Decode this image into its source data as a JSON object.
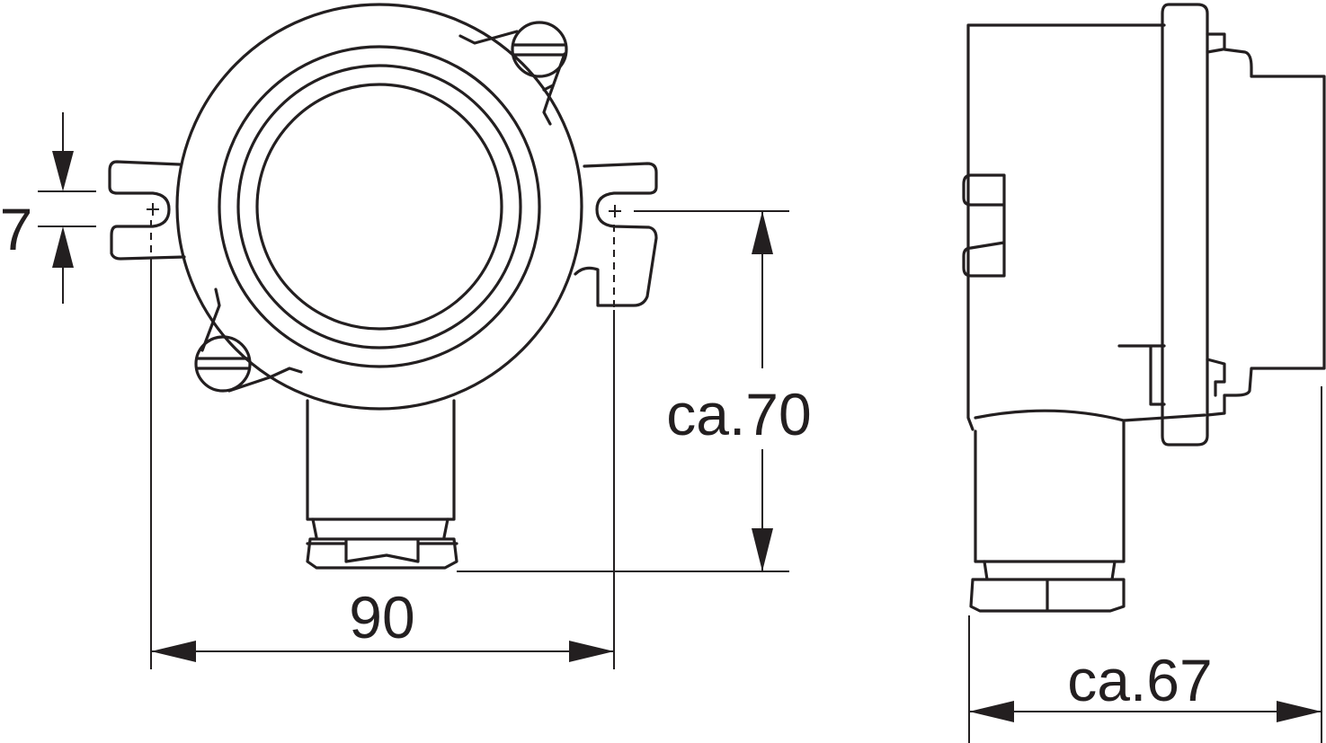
{
  "drawing": {
    "dimensions": {
      "slot_height": "7",
      "mounting_width": "90",
      "mounting_to_bottom": "ca.70",
      "depth": "ca.67"
    },
    "line_color": "#231f20"
  }
}
